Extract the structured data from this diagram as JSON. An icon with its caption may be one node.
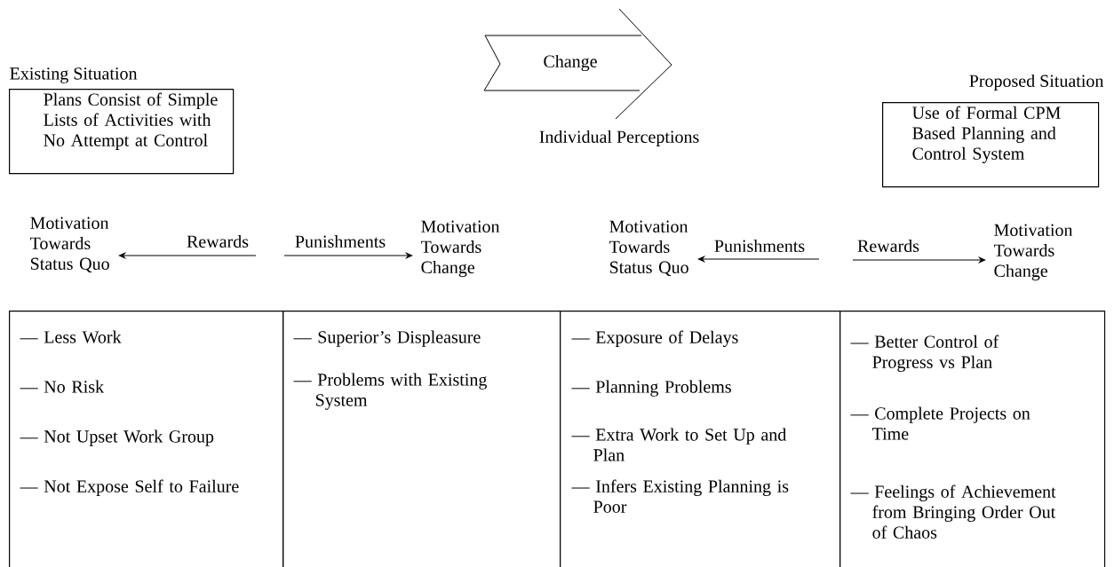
{
  "diagram": {
    "nodes": [
      {
        "text": [
          "Existing Situation",
          "Plans Consist of Simple Lists of Activities with No Attempt at Control"
        ]
      },
      {
        "text": [
          "Change"
        ],
        "beside": [
          "Individual Perceptions"
        ]
      },
      {
        "text": [
          "Proposed Situation",
          "Use of Formal CPM Based Planning and Control System"
        ]
      },
      {
        "text": [
          "Motivation Towards Status Quo"
        ]
      },
      {
        "text": [
          "Motivation Towards Change"
        ]
      },
      {
        "text": [
          "Motivation Towards Status Quo"
        ]
      },
      {
        "text": [
          "Motivation Towards Change"
        ]
      },
      {
        "text": [
          "— Less Work",
          "— No Risk",
          "— Not Upset Work Group",
          "— Not Expose Self to Failure"
        ]
      },
      {
        "text": [
          "— Superior’s Displeasure",
          "— Problems with Existing System"
        ]
      },
      {
        "text": [
          "— Exposure of Delays",
          "— Planning Problems",
          "— Extra Work to Set Up and Plan",
          "— Infers Existing Planning is Poor"
        ]
      },
      {
        "text": [
          "— Better Control of Progress vs Plan",
          "— Complete Projects on Time",
          "— Feelings of Achievement from Bringing Order Out of Chaos"
        ]
      }
    ],
    "edges": [
      {
        "from": null,
        "to": 3,
        "arrow": "to",
        "label": "Rewards"
      },
      {
        "from": null,
        "to": 4,
        "arrow": "to",
        "label": "Punishments"
      },
      {
        "from": null,
        "to": 5,
        "arrow": "to",
        "label": "Punishments"
      },
      {
        "from": null,
        "to": 6,
        "arrow": "to",
        "label": "Rewards"
      }
    ]
  }
}
